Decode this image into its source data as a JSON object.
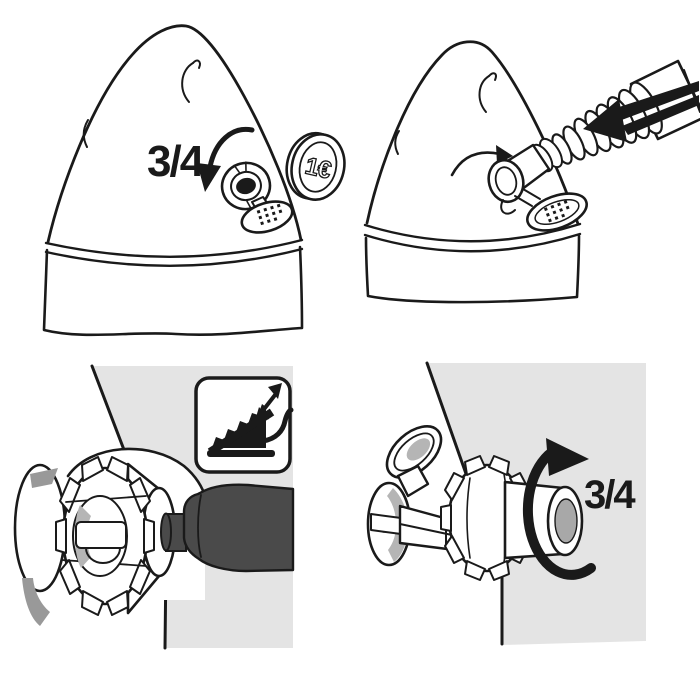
{
  "colors": {
    "background": "#ffffff",
    "line": "#1a1a1a",
    "wall_gray": "#e4e4e4",
    "pump_dark": "#4a4a4a",
    "shade_gray": "#b5b5b5",
    "hole_gray": "#a8a8a8",
    "edge_shade": "#999999"
  },
  "panel_top_left": {
    "rotation_label": "3/4",
    "coin_label": "1€",
    "icons": [
      "curved-turn-arrow-icon",
      "euro-coin-icon",
      "open-valve-cap"
    ]
  },
  "panel_top_right": {
    "icons": [
      "insert-direction-arrow-icon",
      "small-turn-arrow-icon",
      "corrugated-pump-hose",
      "valve-with-hanging-cap"
    ]
  },
  "panel_bottom_left": {
    "icons": [
      "foot-pump-icon",
      "gear-valve-knob",
      "pump-nozzle"
    ]
  },
  "panel_bottom_right": {
    "rotation_label": "3/4",
    "icons": [
      "rotate-arrow-icon",
      "gear-valve-knob",
      "open-cap"
    ]
  }
}
